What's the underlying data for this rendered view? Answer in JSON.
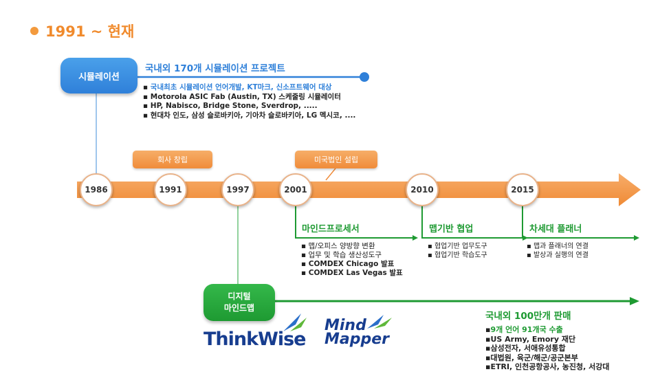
{
  "heading": "1991 ~ 현재",
  "simulation": {
    "label": "시뮬레이션",
    "title": "국내외 170개 시뮬레이션 프로젝트",
    "items": [
      "국내최초 시뮬레이션 언어개발, KT마크, 신소프트웨어 대상",
      "Motorola ASIC Fab (Austin, TX) 스케줄링 시뮬레이터",
      "HP, Nabisco, Bridge Stone, Sverdrop, .....",
      "현대차 인도, 삼성 슬로바키아, 기아차 슬로바키아, LG 멕시코, ...."
    ]
  },
  "tags": {
    "founding": "회사 창립",
    "us_corp": "미국법인 설립"
  },
  "years": [
    "1986",
    "1991",
    "1997",
    "2001",
    "2010",
    "2015"
  ],
  "mindprocessor": {
    "title": "마인드프로세서",
    "items": [
      "맵/오피스 양방향 변환",
      "업무 및 학습 생산성도구",
      "COMDEX Chicago 발표",
      "COMDEX Las Vegas 발표"
    ]
  },
  "collab": {
    "title": "맵기반 협업",
    "items": [
      "협업기반 업무도구",
      "협업기반 학습도구"
    ]
  },
  "planner": {
    "title": "차세대 플래너",
    "items": [
      "맵과 플래너의 연결",
      "발상과 실행의 연결"
    ]
  },
  "digital": {
    "label_line1": "디지털",
    "label_line2": "마인드맵",
    "title": "국내외 100만개 판매",
    "items": [
      "9개 언어 91개국 수출",
      "US Army, Emory 재단",
      "삼성전자, 서애유성통합",
      "대법원, 육군/해군/공군본부",
      "ETRI, 인천공항공사, 농진청, 서강대"
    ]
  },
  "logos": {
    "thinkwise": "ThinkWise",
    "mind": "Mind",
    "mapper": "Mapper"
  },
  "colors": {
    "orange": "#f39a3d",
    "blue": "#2f80d9",
    "green": "#1e9a32",
    "logo": "#173d8f"
  }
}
